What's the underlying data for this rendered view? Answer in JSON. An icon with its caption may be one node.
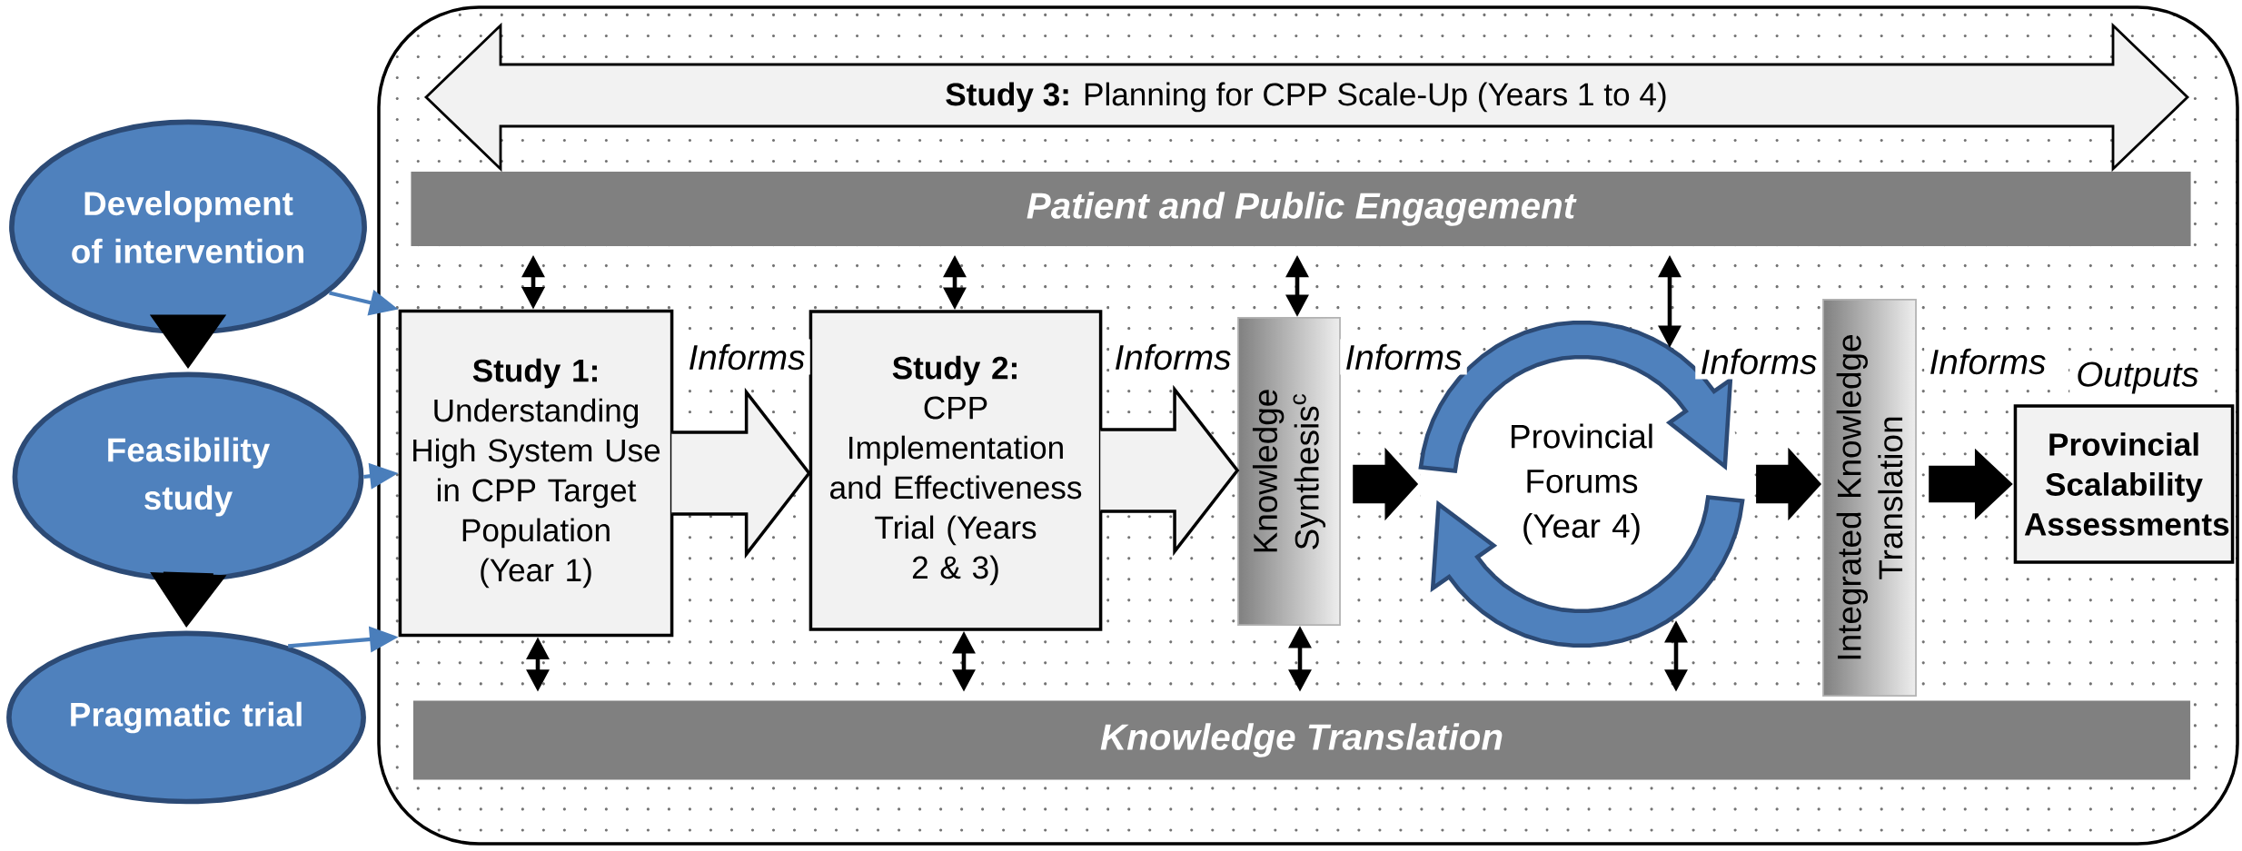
{
  "diagram": {
    "nodes": [
      {
        "text": [
          "Development of intervention"
        ]
      },
      {
        "text": [
          "Feasibility study"
        ]
      },
      {
        "text": [
          "Pragmatic trial"
        ]
      },
      {
        "text": [
          "**Study 3:** Planning for CPP Scale-Up (Years 1 to 4)"
        ]
      },
      {
        "text": [
          "Patient and Public Engagement"
        ]
      },
      {
        "text": [
          "Study 1:",
          "Understanding High System Use in CPP Target Population (Year 1)"
        ]
      },
      {
        "text": [
          "Study 2:",
          "CPP Implementation and Effectiveness Trial (Years 2 & 3)"
        ]
      },
      {
        "text": [
          "Knowledge Synthesis$^{c}$"
        ]
      },
      {
        "text": [
          "Provincial Forums (Year 4)"
        ]
      },
      {
        "text": [
          "Integrated Knowledge Translation"
        ]
      },
      {
        "text": [
          "Provincial Scalability Assessments"
        ],
        "beside": [
          "Outputs"
        ]
      },
      {
        "text": [
          "Knowledge Translation"
        ]
      }
    ],
    "edges": [
      {
        "from": 0,
        "to": 1,
        "arrow": "to",
        "style": "thick"
      },
      {
        "from": 1,
        "to": 2,
        "arrow": "to",
        "style": "thick"
      },
      {
        "from": 0,
        "to": 5,
        "arrow": "to",
        "color": "#4a7ebb"
      },
      {
        "from": 1,
        "to": 5,
        "arrow": "to",
        "color": "#4a7ebb"
      },
      {
        "from": 2,
        "to": 5,
        "arrow": "to",
        "color": "#4a7ebb"
      },
      {
        "from": 5,
        "to": 6,
        "arrow": "to",
        "label": "Informs",
        "style": "thick",
        "color": "#f2f2f2"
      },
      {
        "from": 6,
        "to": 7,
        "arrow": "to",
        "label": "Informs",
        "style": "thick",
        "color": "#f2f2f2"
      },
      {
        "from": 7,
        "to": 8,
        "arrow": "to",
        "label": "Informs",
        "style": "thick"
      },
      {
        "from": 8,
        "to": 9,
        "arrow": "to",
        "label": "Informs",
        "style": "thick"
      },
      {
        "from": 9,
        "to": 10,
        "arrow": "to",
        "label": "Informs",
        "style": "thick"
      },
      {
        "from": 4,
        "to": 5,
        "arrow": "both"
      },
      {
        "from": 4,
        "to": 6,
        "arrow": "both"
      },
      {
        "from": 4,
        "to": 7,
        "arrow": "both"
      },
      {
        "from": 4,
        "to": 8,
        "arrow": "both"
      },
      {
        "from": 5,
        "to": 11,
        "arrow": "both"
      },
      {
        "from": 6,
        "to": 11,
        "arrow": "both"
      },
      {
        "from": 7,
        "to": 11,
        "arrow": "both"
      },
      {
        "from": 8,
        "to": 11,
        "arrow": "both"
      }
    ]
  }
}
